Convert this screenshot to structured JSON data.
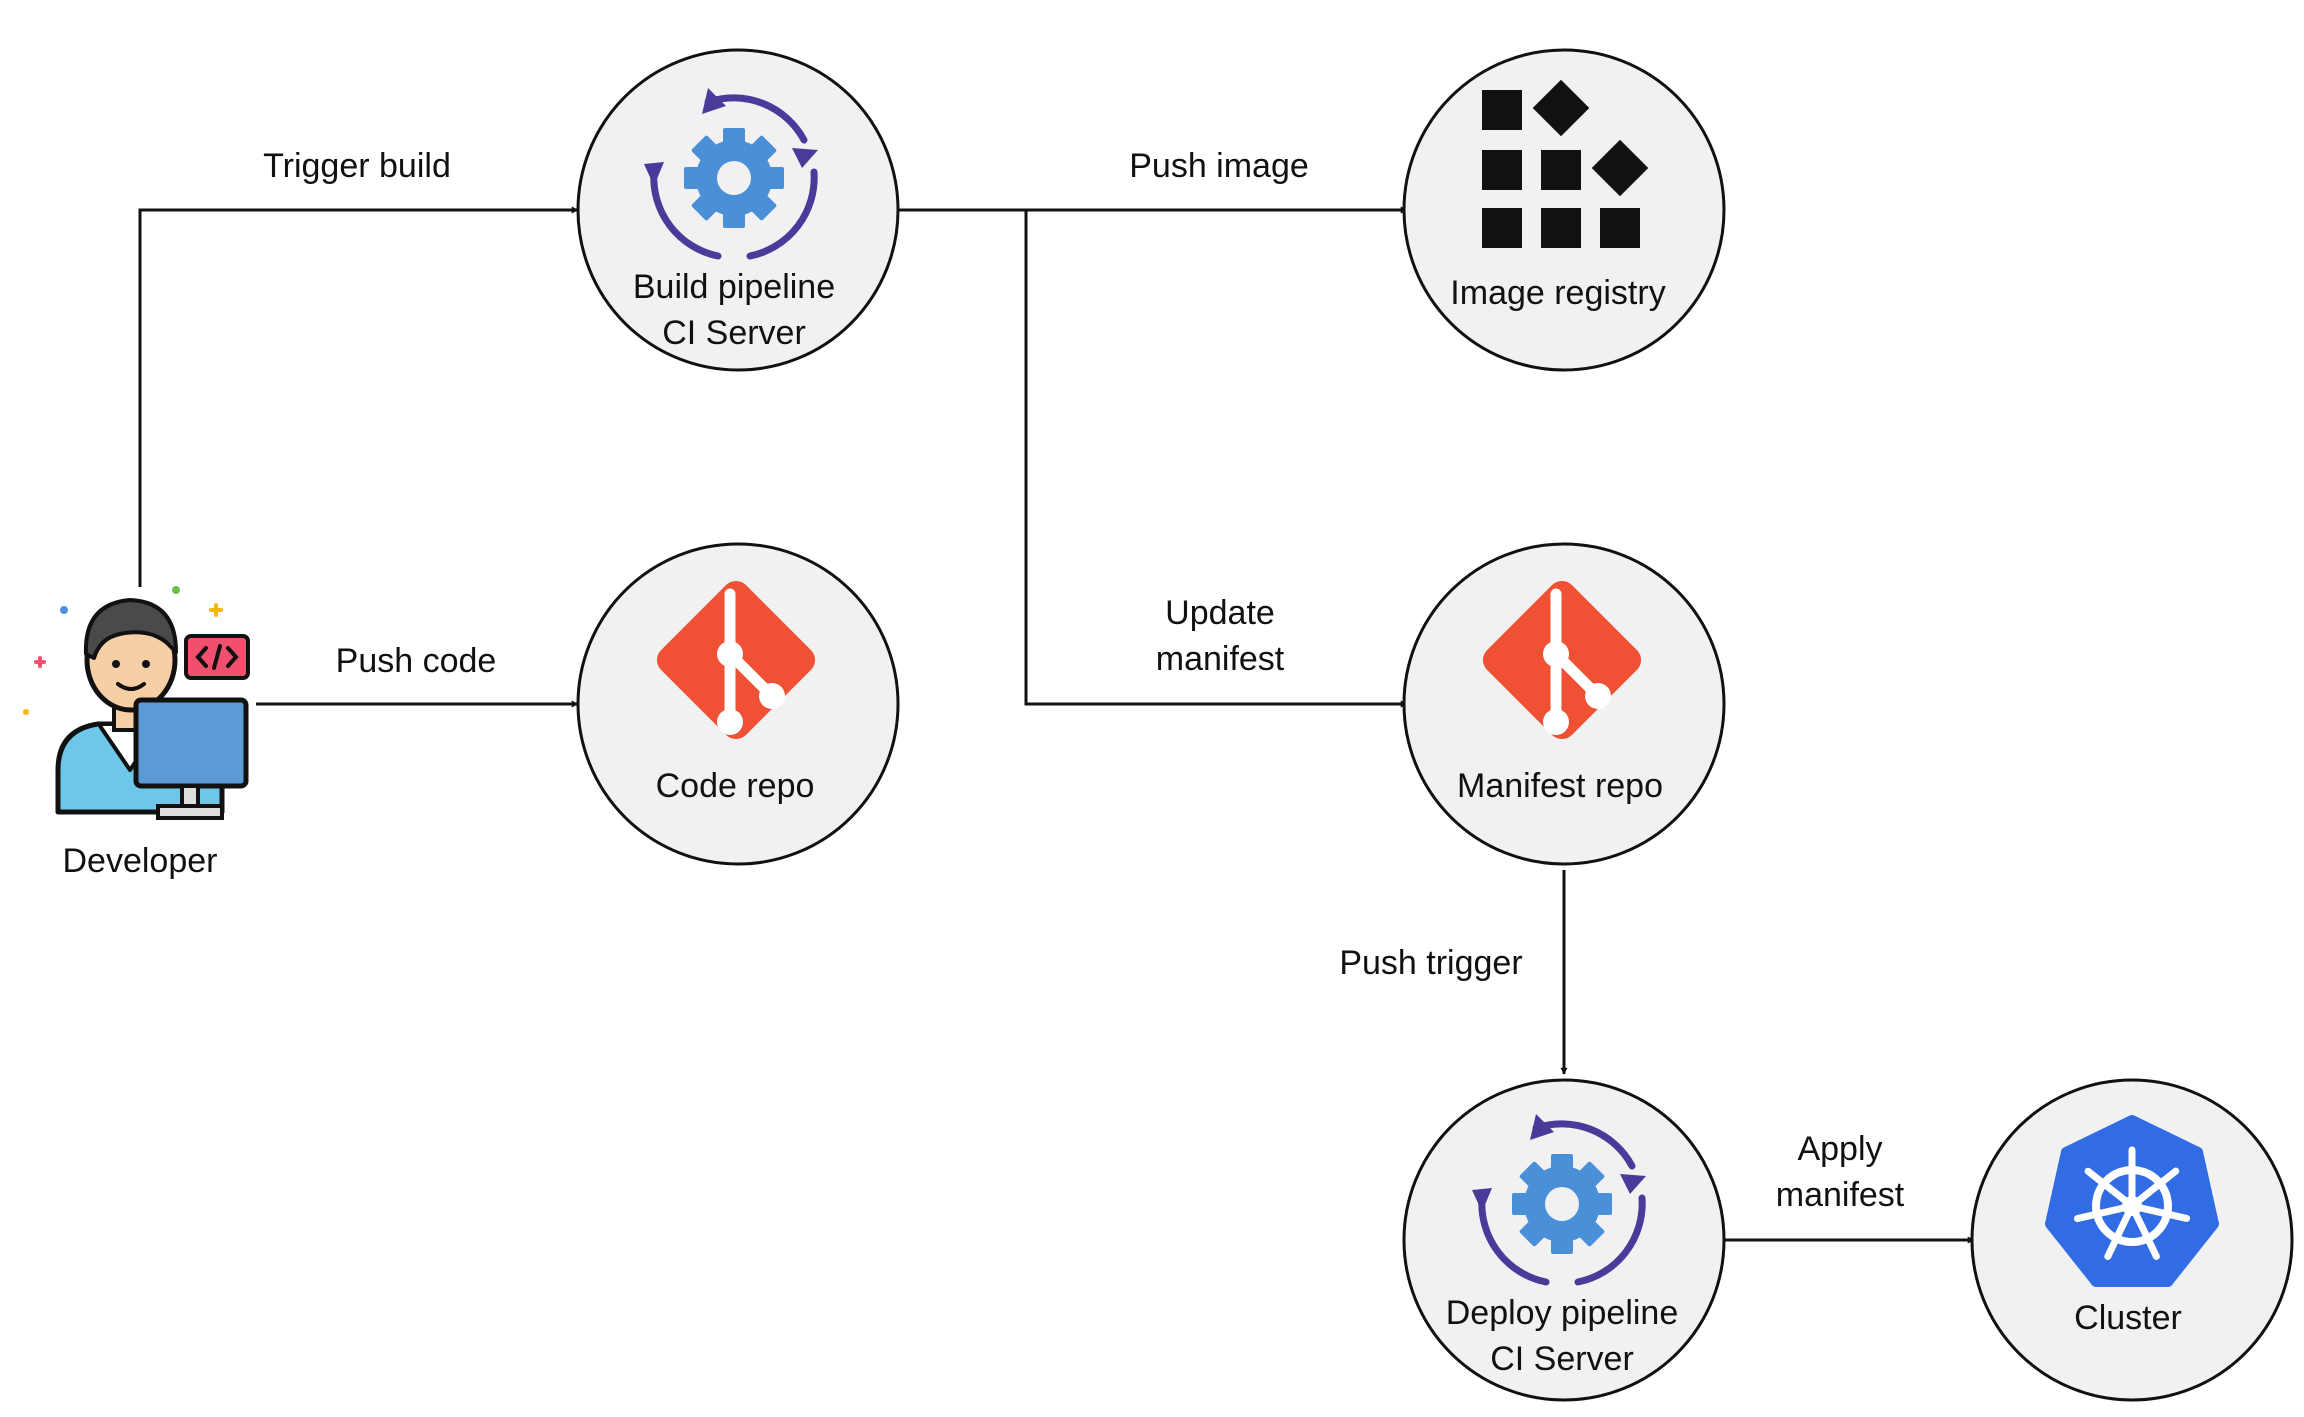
{
  "nodes": {
    "developer": {
      "label": "Developer"
    },
    "build_pipeline": {
      "label_line1": "Build pipeline",
      "label_line2": "CI Server",
      "icon": "gear-cycle-icon"
    },
    "image_registry": {
      "label": "Image registry",
      "icon": "registry-blocks-icon"
    },
    "code_repo": {
      "label": "Code repo",
      "icon": "git-icon"
    },
    "manifest_repo": {
      "label": "Manifest repo",
      "icon": "git-icon"
    },
    "deploy_pipeline": {
      "label_line1": "Deploy pipeline",
      "label_line2": "CI Server",
      "icon": "gear-cycle-icon"
    },
    "cluster": {
      "label": "Cluster",
      "icon": "kubernetes-helm-icon"
    }
  },
  "edges": {
    "trigger_build": "Trigger build",
    "push_code": "Push code",
    "push_image": "Push image",
    "update_manifest_line1": "Update",
    "update_manifest_line2": "manifest",
    "push_trigger": "Push trigger",
    "apply_manifest_line1": "Apply",
    "apply_manifest_line2": "manifest"
  },
  "colors": {
    "circle_fill": "#f1f1f1",
    "line": "#111111",
    "git_orange": "#f05033",
    "gear_blue": "#4a90d9",
    "cycle_purple": "#4a3a9a",
    "kubernetes_blue": "#326ce5",
    "monitor_blue": "#5b9bd5",
    "shirt_blue": "#6ec6e8",
    "code_badge_red": "#f0506e"
  }
}
